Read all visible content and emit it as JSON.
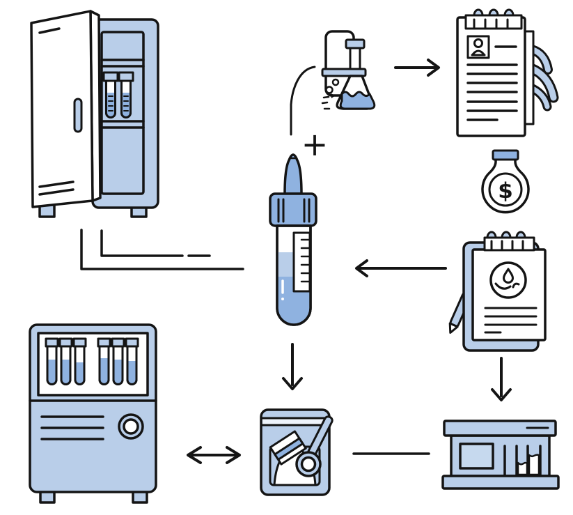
{
  "page": {
    "kind": "lab-sample-testing-workflow-illustration",
    "background": "#ffffff"
  },
  "palette": {
    "outline": "#141414",
    "light_blue": "#b9cee9",
    "mid_blue": "#8fb2e0",
    "pale_blue": "#c6d9ee",
    "white": "#ffffff"
  },
  "symbols": {
    "plus": "+",
    "dollar": "$"
  },
  "nodes": [
    {
      "id": "refrigerator",
      "icon": "refrigerator-icon",
      "depicts": "open fridge storing two capped test tubes"
    },
    {
      "id": "flask-station",
      "icon": "flask-icon",
      "depicts": "erlenmeyer flask with liquid on a stand"
    },
    {
      "id": "patient-form",
      "icon": "clipboard-person-icon",
      "depicts": "hand holding notepad form with ID photo"
    },
    {
      "id": "payment",
      "icon": "dollar-flask-icon",
      "depicts": "round vial with dollar sign"
    },
    {
      "id": "requisition-form",
      "icon": "clipboard-drop-icon",
      "depicts": "clipboard with droplet logo and pen"
    },
    {
      "id": "sample-dropper",
      "icon": "dropper-tube-icon",
      "depicts": "graduated dropper tube with blue liquid"
    },
    {
      "id": "analyzer",
      "icon": "analyzer-icon",
      "depicts": "analyzer cabinet holding six test tubes"
    },
    {
      "id": "specimen-bag",
      "icon": "specimen-bag-icon",
      "depicts": "specimen bag with swab and wrapper"
    },
    {
      "id": "testing-machine",
      "icon": "testing-machine-icon",
      "depicts": "bench-top testing device with screen and vials"
    }
  ],
  "connections": [
    {
      "from": "flask-station",
      "to": "patient-form",
      "type": "arrow-right"
    },
    {
      "from": "flask-station",
      "to": "sample-dropper",
      "type": "curved-line-plus"
    },
    {
      "from": "requisition-form",
      "to": "sample-dropper",
      "type": "arrow-left"
    },
    {
      "from": "refrigerator",
      "to": "sample-dropper",
      "type": "elbow-lines"
    },
    {
      "from": "sample-dropper",
      "to": "specimen-bag",
      "type": "arrow-down"
    },
    {
      "from": "requisition-form",
      "to": "testing-machine",
      "type": "arrow-down"
    },
    {
      "from": "analyzer",
      "to": "specimen-bag",
      "type": "arrow-double"
    },
    {
      "from": "specimen-bag",
      "to": "testing-machine",
      "type": "plain-line"
    }
  ]
}
